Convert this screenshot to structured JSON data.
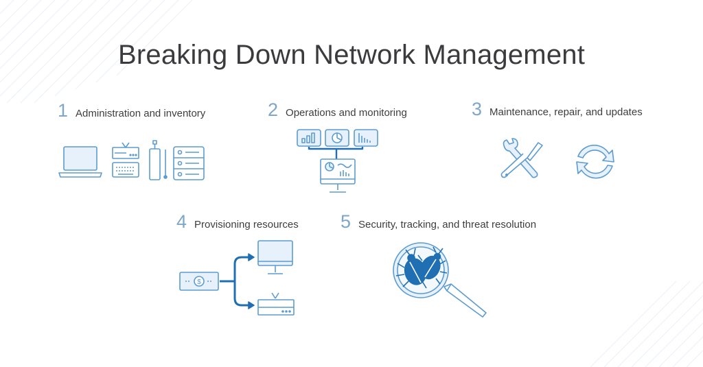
{
  "title": "Breaking Down Network Management",
  "steps": [
    {
      "number": "1",
      "label": "Administration and inventory"
    },
    {
      "number": "2",
      "label": "Operations and monitoring"
    },
    {
      "number": "3",
      "label": "Maintenance, repair, and updates"
    },
    {
      "number": "4",
      "label": "Provisioning resources"
    },
    {
      "number": "5",
      "label": "Security, tracking, and threat resolution"
    }
  ],
  "icons": {
    "step1": [
      "laptop-icon",
      "router-icon",
      "keyboard-icon",
      "cable-icon",
      "server-icon"
    ],
    "step2": [
      "bar-chart-icon",
      "pie-chart-icon",
      "column-chart-icon",
      "monitor-dashboard-icon"
    ],
    "step3": [
      "tools-icon",
      "refresh-icon"
    ],
    "step4": [
      "money-icon",
      "monitor-icon",
      "router-icon"
    ],
    "step5": [
      "magnifier-bugs-icon"
    ]
  },
  "colors": {
    "stroke": "#5b9bd0",
    "fill_light": "#e6f1fb",
    "accent_dark": "#1f6fb2",
    "number": "#7ea6c7",
    "title": "#3b3b3e",
    "stripes": "#edf3f8"
  }
}
